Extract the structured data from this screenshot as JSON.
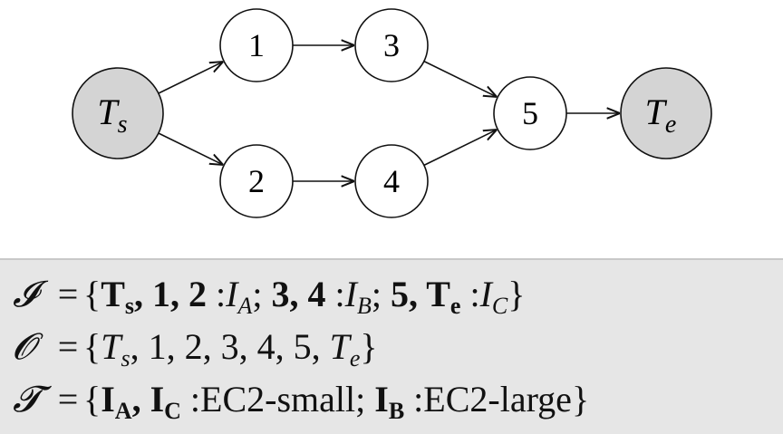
{
  "graph": {
    "nodes": [
      {
        "id": "Ts",
        "main": "T",
        "sub": "s",
        "kind": "terminal"
      },
      {
        "id": "1",
        "main": "1",
        "kind": "task"
      },
      {
        "id": "2",
        "main": "2",
        "kind": "task"
      },
      {
        "id": "3",
        "main": "3",
        "kind": "task"
      },
      {
        "id": "4",
        "main": "4",
        "kind": "task"
      },
      {
        "id": "5",
        "main": "5",
        "kind": "task"
      },
      {
        "id": "Te",
        "main": "T",
        "sub": "e",
        "kind": "terminal"
      }
    ],
    "edges": [
      [
        "Ts",
        "1"
      ],
      [
        "Ts",
        "2"
      ],
      [
        "1",
        "3"
      ],
      [
        "2",
        "4"
      ],
      [
        "3",
        "5"
      ],
      [
        "4",
        "5"
      ],
      [
        "5",
        "Te"
      ]
    ],
    "colors": {
      "terminal_fill": "#d4d4d4",
      "task_fill": "#ffffff",
      "stroke": "#111111"
    }
  },
  "sets": {
    "I": {
      "symbol": "𝓘",
      "eq": "=",
      "open": "{",
      "g1": "T",
      "g1_sub": "s",
      "g1_rest": ", 1, 2",
      "g1_type": "I",
      "g1_type_sub": "A",
      "g2": "3, 4",
      "g2_type": "I",
      "g2_type_sub": "B",
      "g3": "5, T",
      "g3_sub": "e",
      "g3_type": "I",
      "g3_type_sub": "C",
      "close": "}"
    },
    "O": {
      "symbol": "𝓞",
      "eq": "=",
      "open": "{",
      "first": "T",
      "first_sub": "s",
      "middle": ", 1, 2, 3, 4, 5, ",
      "last": "T",
      "last_sub": "e",
      "close": "}"
    },
    "T": {
      "symbol": "𝓣",
      "eq": "=",
      "open": "{",
      "a": "I",
      "a_sub": "A",
      "sep": ", ",
      "c": "I",
      "c_sub": "C",
      "small": ":EC2-small;",
      "b": "I",
      "b_sub": "B",
      "large": ":EC2-large",
      "close": "}"
    }
  }
}
